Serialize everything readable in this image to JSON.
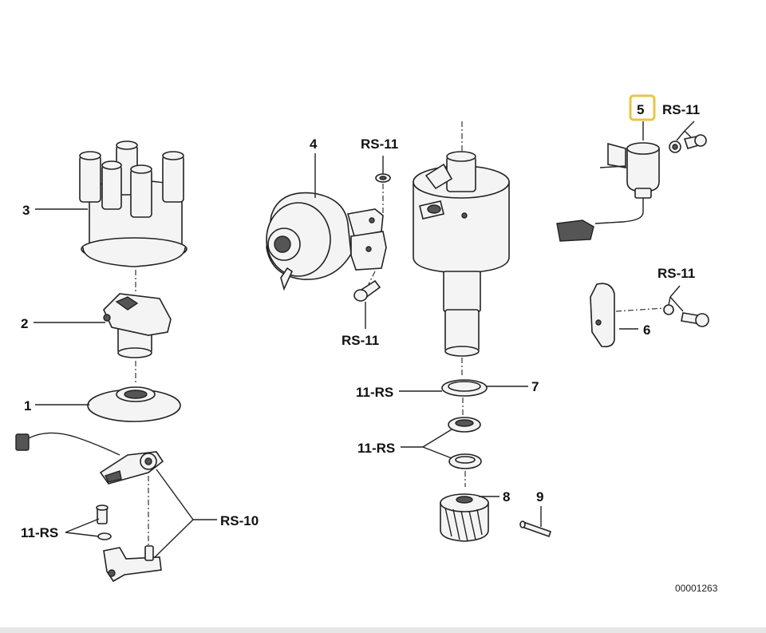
{
  "labels": {
    "p1": "1",
    "p2": "2",
    "p3": "3",
    "p4": "4",
    "p5": "5",
    "p6": "6",
    "p7": "7",
    "p8": "8",
    "p9": "9",
    "rs11_top_mid": "RS-11",
    "rs11_under_screw": "RS-11",
    "rs11_top_right": "RS-11",
    "rs11_right_mid": "RS-11",
    "rs11_seal_1": "11-RS",
    "rs11_seal_2": "11-RS",
    "rs11_lower_left": "11-RS",
    "rs10": "RS-10"
  },
  "reference_number": "00001263",
  "highlight_color": "#e8c547"
}
